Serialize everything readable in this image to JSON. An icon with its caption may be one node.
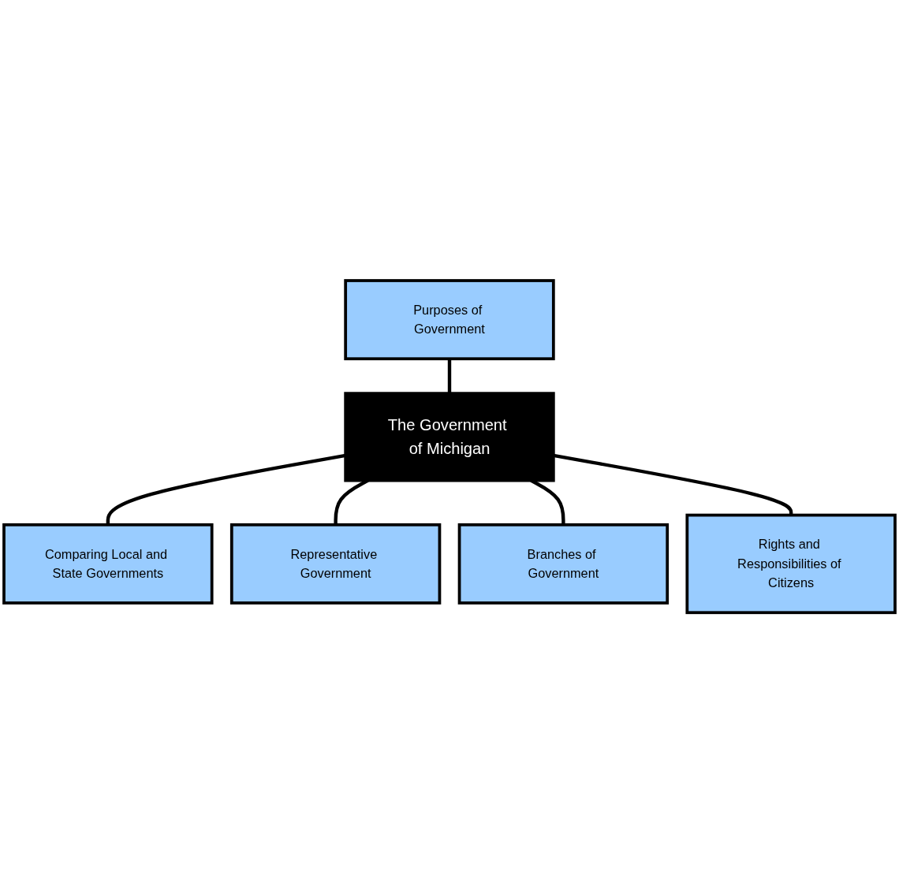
{
  "diagram": {
    "nodes": [
      {
        "text": [
          "Purposes of Government"
        ]
      },
      {
        "text": [
          "Comparing Local and State Governments"
        ]
      },
      {
        "text": [
          "The Government of Michigan"
        ]
      },
      {
        "text": [
          "Representative Government"
        ]
      },
      {
        "text": [
          "Branches of Government"
        ]
      },
      {
        "text": [
          "Rights and Responsibilities of Citizens"
        ]
      }
    ],
    "edges": [
      {
        "from": 0,
        "to": 2,
        "arrow": "none"
      },
      {
        "from": 2,
        "to": 1,
        "arrow": "none"
      },
      {
        "from": 2,
        "to": 3,
        "arrow": "none"
      },
      {
        "from": 2,
        "to": 4,
        "arrow": "none"
      },
      {
        "from": 2,
        "to": 5,
        "arrow": "none"
      }
    ]
  }
}
